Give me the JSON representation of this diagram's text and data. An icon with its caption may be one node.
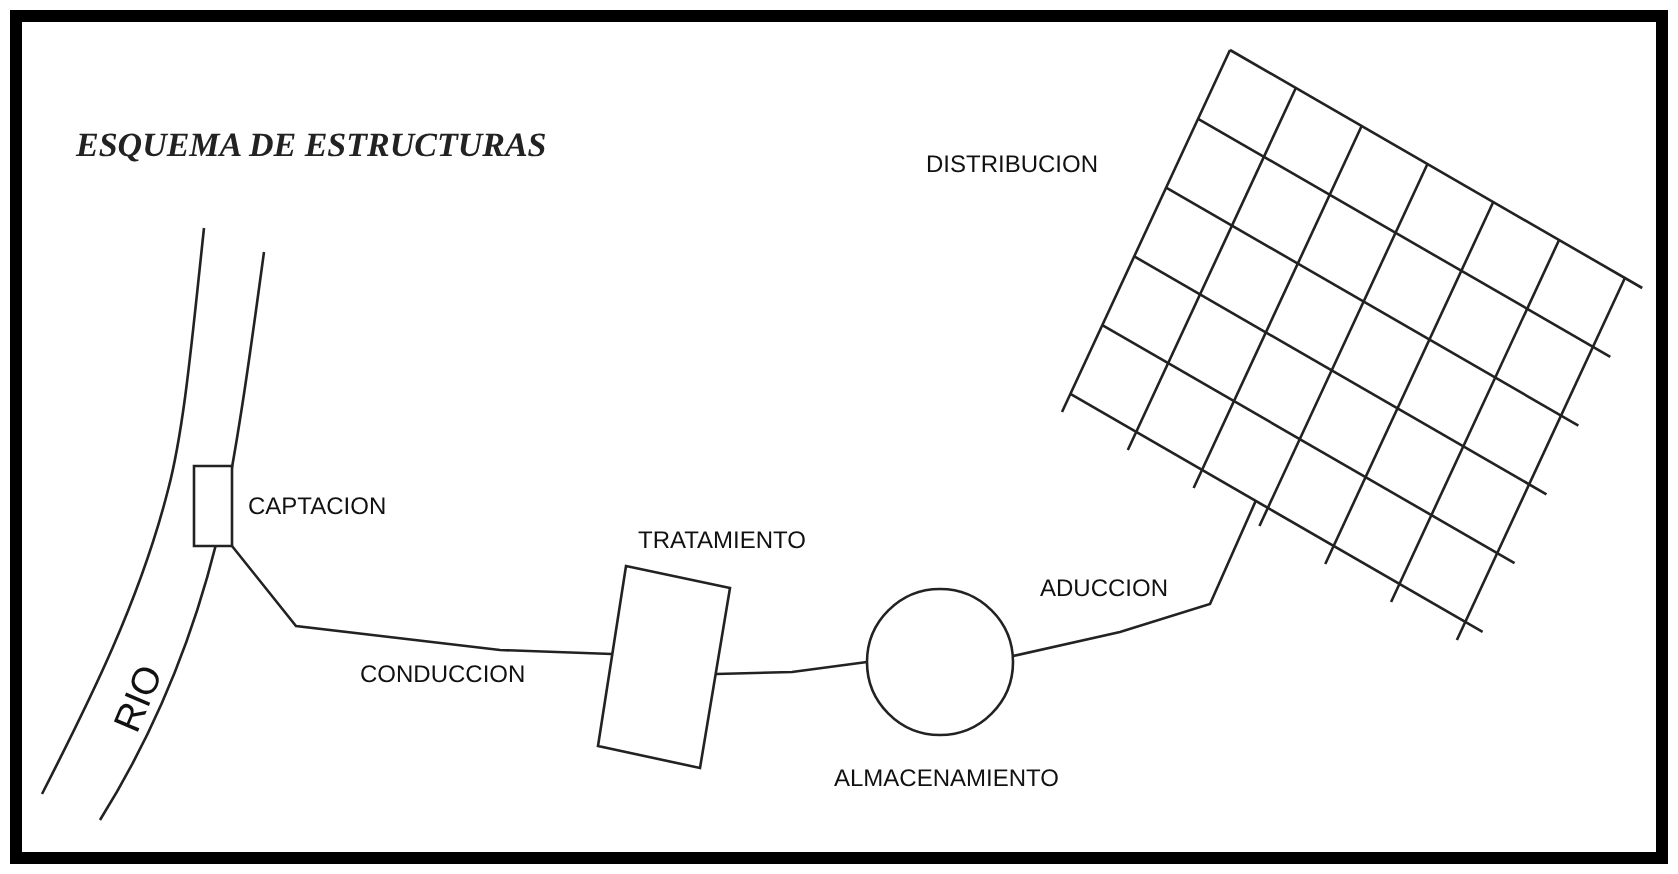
{
  "diagram": {
    "title": "ESQUEMA DE ESTRUCTURAS",
    "nodes": [
      {
        "text": [],
        "shape": "box",
        "beside": [
          "CAPTACION"
        ]
      },
      {
        "text": [],
        "shape": "box",
        "beside": [
          "TRATAMIENTO"
        ]
      },
      {
        "text": [],
        "shape": "circle",
        "beside": [
          "ALMACENAMIENTO"
        ]
      },
      {
        "text": [],
        "shape": "grid",
        "beside": [
          "DISTRIBUCION"
        ]
      }
    ],
    "edges": [
      {
        "from": 0,
        "to": 1,
        "arrow": "none",
        "label": "CONDUCCION"
      },
      {
        "from": 1,
        "to": 2,
        "arrow": "none"
      },
      {
        "from": 2,
        "to": 3,
        "arrow": "none",
        "label": "ADUCCION"
      }
    ],
    "labels": [
      "RIO"
    ]
  }
}
